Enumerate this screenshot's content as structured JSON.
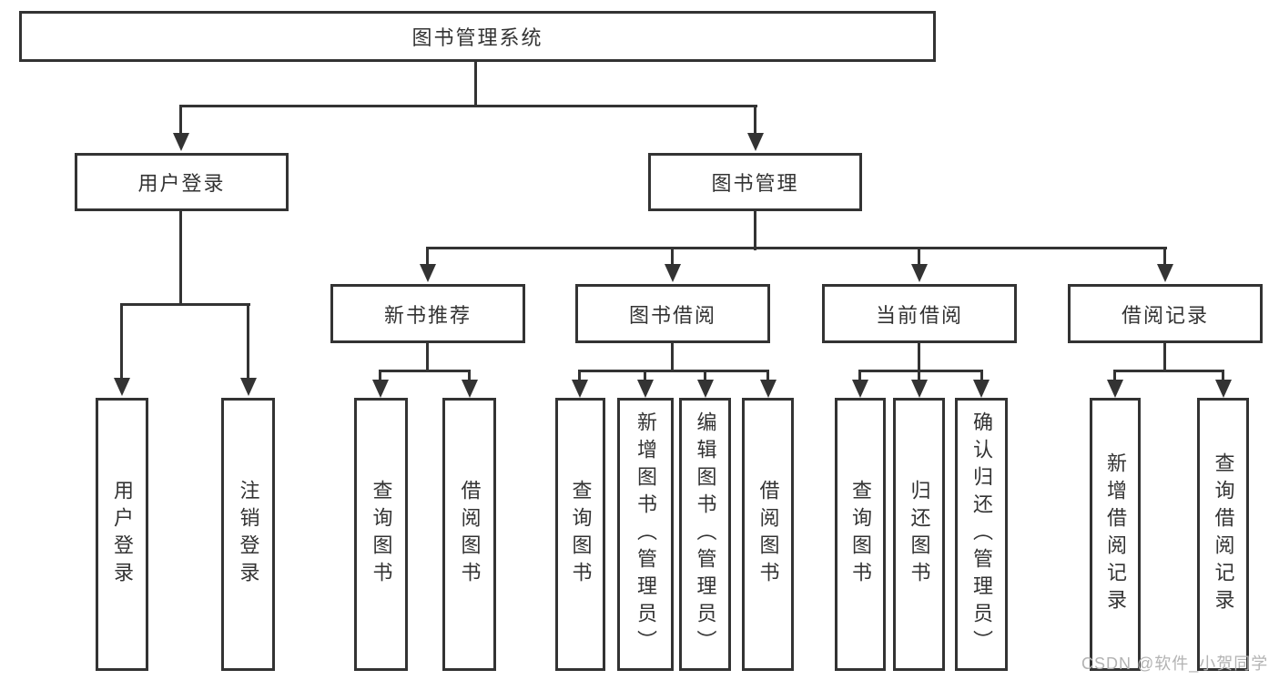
{
  "colors": {
    "line": "#333333",
    "box_border": "#333333",
    "text": "#333333",
    "watermark": "#b3b3b3",
    "background": "#ffffff"
  },
  "watermark": {
    "text": "CSDN @软件_小贺同学"
  },
  "diagram": {
    "root": {
      "label": "图书管理系统"
    },
    "branches": [
      {
        "label": "用户登录",
        "children": [
          {
            "label": "用户登录"
          },
          {
            "label": "注销登录"
          }
        ]
      },
      {
        "label": "图书管理",
        "children": [
          {
            "label": "新书推荐",
            "children": [
              {
                "label": "查询图书"
              },
              {
                "label": "借阅图书"
              }
            ]
          },
          {
            "label": "图书借阅",
            "children": [
              {
                "label": "查询图书"
              },
              {
                "label": "新增图书（管理员）"
              },
              {
                "label": "编辑图书（管理员）"
              },
              {
                "label": "借阅图书"
              }
            ]
          },
          {
            "label": "当前借阅",
            "children": [
              {
                "label": "查询图书"
              },
              {
                "label": "归还图书"
              },
              {
                "label": "确认归还（管理员）"
              }
            ]
          },
          {
            "label": "借阅记录",
            "children": [
              {
                "label": "新增借阅记录"
              },
              {
                "label": "查询借阅记录"
              }
            ]
          }
        ]
      }
    ]
  }
}
